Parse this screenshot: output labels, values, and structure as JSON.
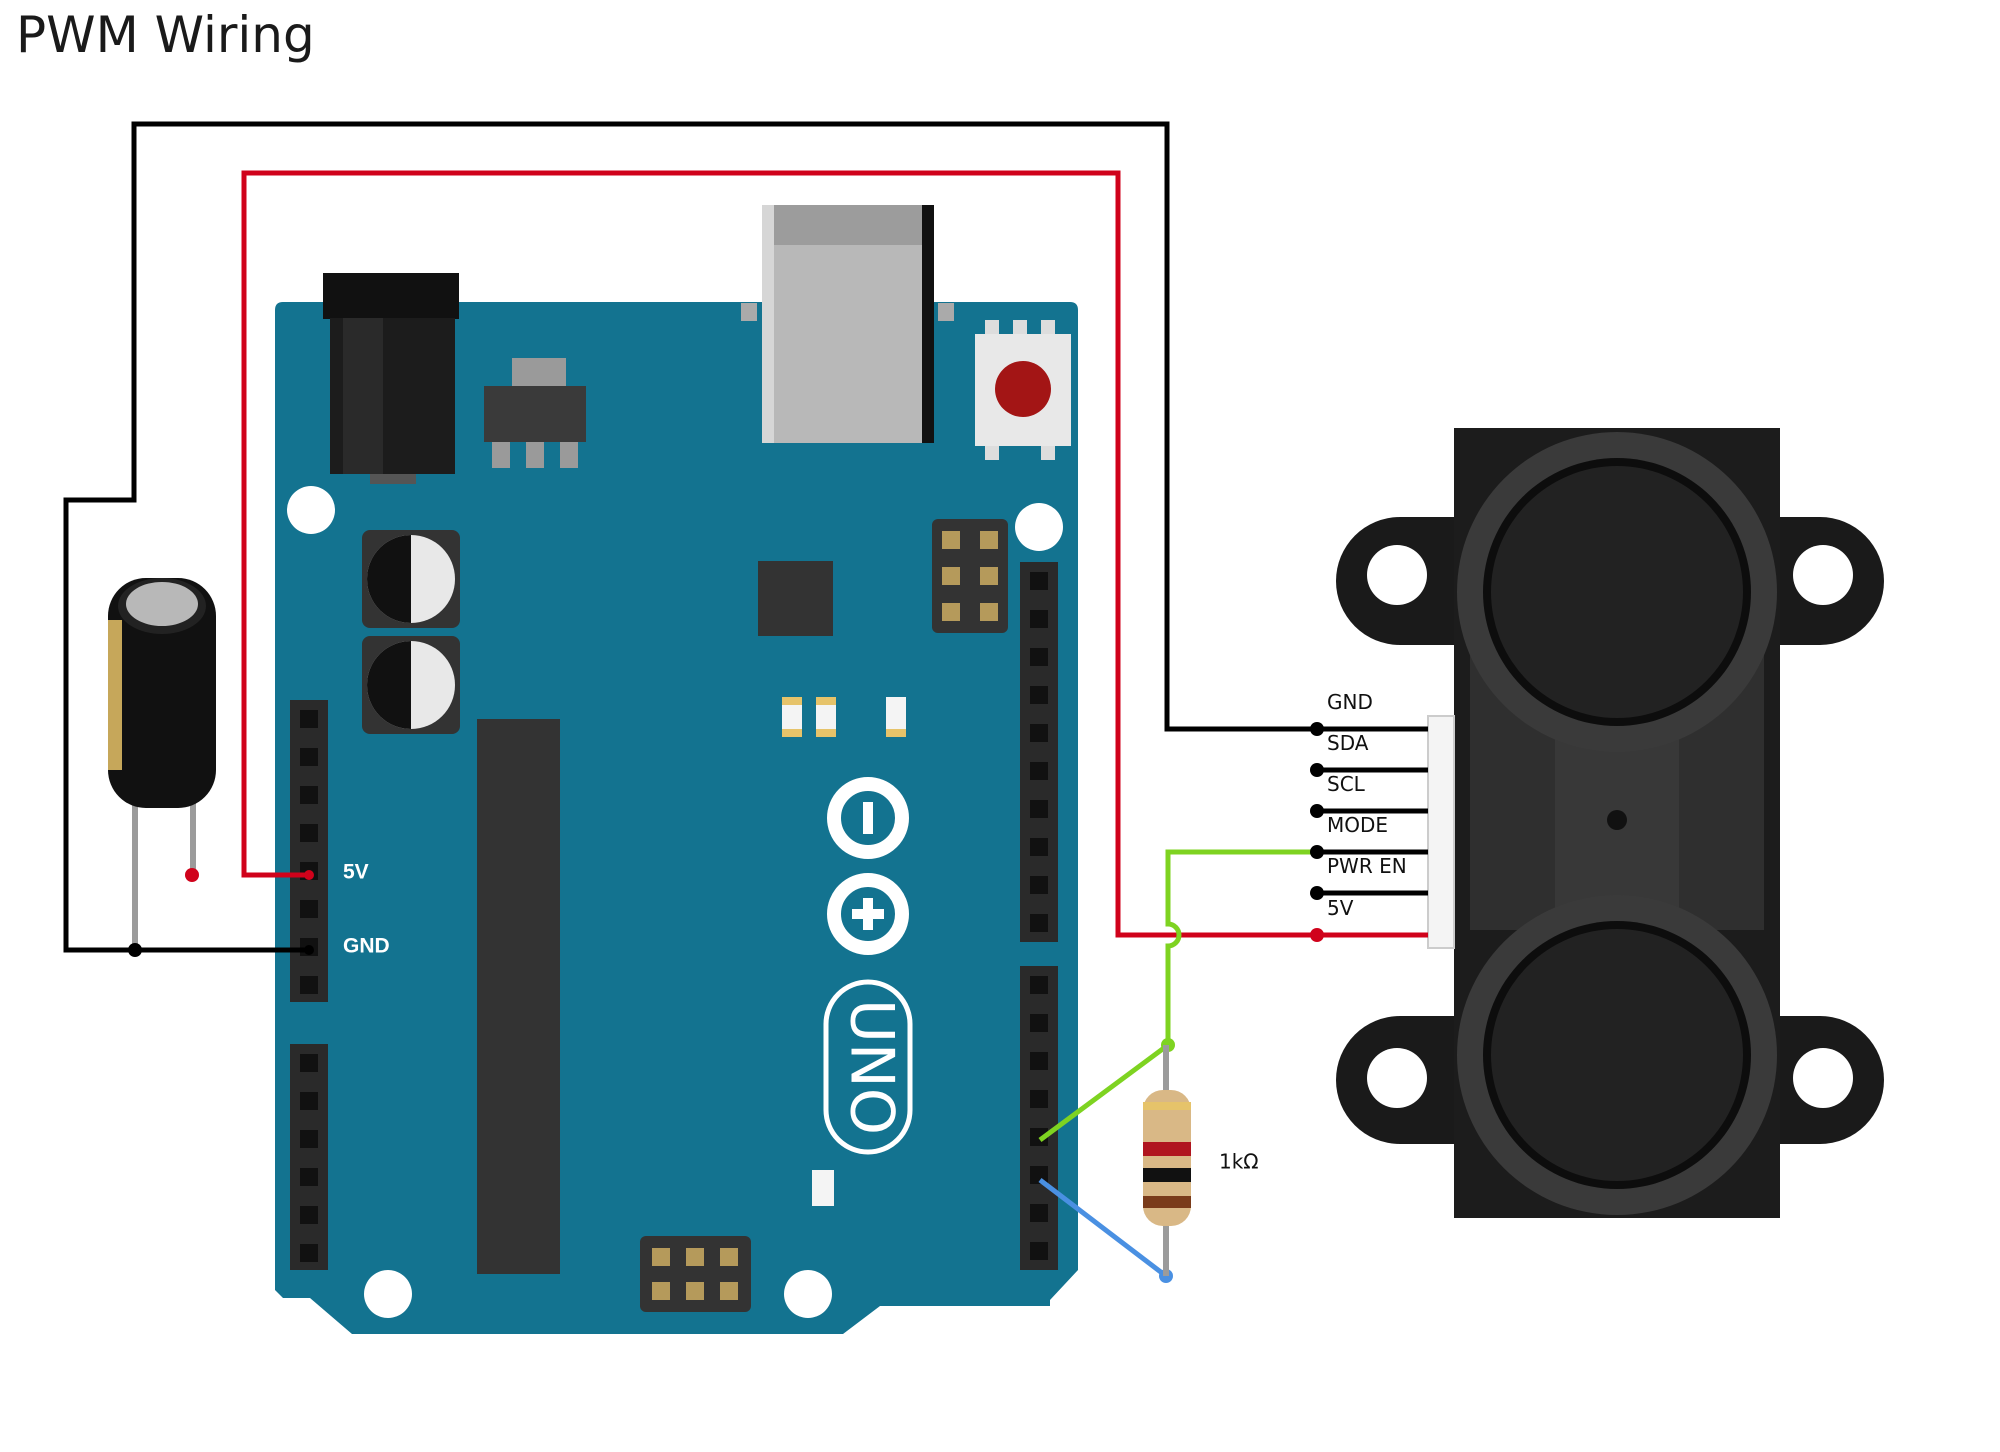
{
  "title": "PWM Wiring",
  "arduino": {
    "pin_5v_label": "5V",
    "pin_gnd_label": "GND",
    "board_logo_text": "UNO"
  },
  "resistor": {
    "label": "1kΩ"
  },
  "sensor": {
    "pins": [
      "GND",
      "SDA",
      "SCL",
      "MODE",
      "PWR EN",
      "5V"
    ]
  },
  "colors": {
    "board": "#137390",
    "wire_ground": "#000000",
    "wire_power": "#d0021b",
    "wire_signal": "#7ed321",
    "wire_trigger": "#4a90e2",
    "sensor_body": "#2f2f2f",
    "reset_button": "#a31515"
  }
}
